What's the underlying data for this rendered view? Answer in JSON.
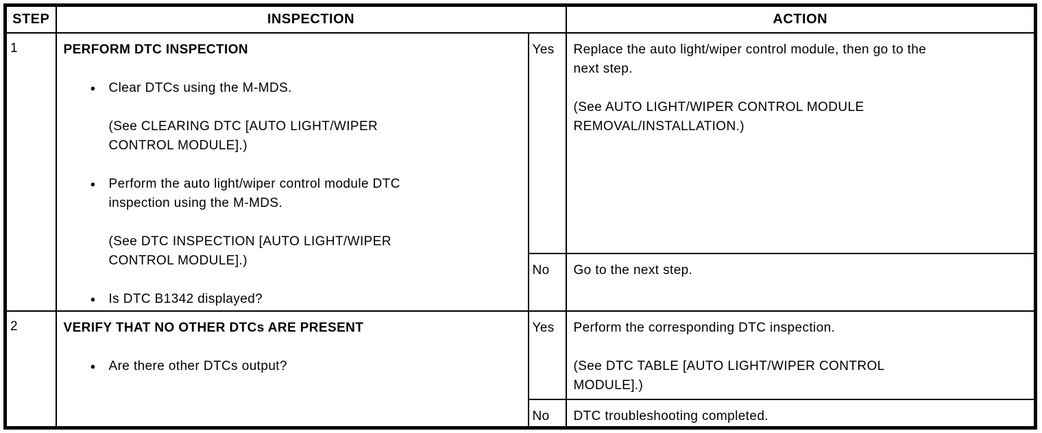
{
  "colors": {
    "background": "#ffffff",
    "text": "#000000",
    "border": "#000000"
  },
  "glyphs": {
    "bullet": "●"
  },
  "header": {
    "step": "STEP",
    "inspection": "INSPECTION",
    "action": "ACTION"
  },
  "rows": [
    {
      "step": "1",
      "inspection": {
        "title": "PERFORM DTC INSPECTION",
        "items": [
          {
            "type": "bullet",
            "lines": [
              "Clear DTCs using the M-MDS."
            ]
          },
          {
            "type": "reference",
            "lines": [
              "(See CLEARING DTC [AUTO LIGHT/WIPER",
              "CONTROL MODULE].)"
            ]
          },
          {
            "type": "bullet",
            "lines": [
              "Perform the auto light/wiper control module DTC",
              "inspection using the M-MDS."
            ]
          },
          {
            "type": "reference",
            "lines": [
              "(See DTC INSPECTION [AUTO LIGHT/WIPER",
              "CONTROL MODULE].)"
            ]
          },
          {
            "type": "bullet",
            "lines": [
              "Is DTC B1342 displayed?"
            ]
          }
        ]
      },
      "actions": [
        {
          "label": "Yes",
          "paragraphs": [
            [
              "Replace the auto light/wiper control module, then go to the",
              "next step."
            ],
            [
              "(See AUTO LIGHT/WIPER CONTROL MODULE",
              "REMOVAL/INSTALLATION.)"
            ]
          ]
        },
        {
          "label": "No",
          "paragraphs": [
            [
              "Go to the next step."
            ]
          ]
        }
      ]
    },
    {
      "step": "2",
      "inspection": {
        "title": "VERIFY THAT NO OTHER DTCs ARE PRESENT",
        "items": [
          {
            "type": "bullet",
            "lines": [
              "Are there other DTCs output?"
            ]
          }
        ]
      },
      "actions": [
        {
          "label": "Yes",
          "paragraphs": [
            [
              "Perform the corresponding DTC inspection."
            ],
            [
              "(See DTC TABLE [AUTO LIGHT/WIPER CONTROL",
              "MODULE].)"
            ]
          ]
        },
        {
          "label": "No",
          "paragraphs": [
            [
              "DTC troubleshooting completed."
            ]
          ]
        }
      ]
    }
  ]
}
